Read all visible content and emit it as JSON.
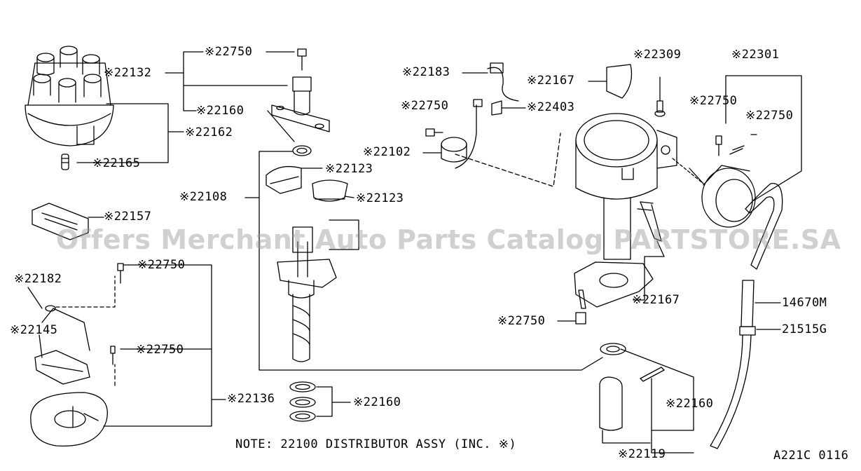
{
  "watermark": "Offers Merchant Auto Parts Catalog PARTSTORE.SA",
  "note": "NOTE: 22100 DISTRIBUTOR ASSY (INC. ※)",
  "diagram_code": "A221C 0116",
  "labels": [
    "※22750",
    "※22132",
    "※22160",
    "※22162",
    "※22165",
    "※22123",
    "※22123",
    "※22108",
    "※22157",
    "※22750",
    "※22182",
    "※22145",
    "※22750",
    "※22136",
    "※22160",
    "※22183",
    "※22750",
    "※22102",
    "※22167",
    "※22403",
    "※22309",
    "※22301",
    "※22750",
    "※22750",
    "※22167",
    "※22750",
    "14670M",
    "21515G",
    "※22160",
    "※22119"
  ]
}
